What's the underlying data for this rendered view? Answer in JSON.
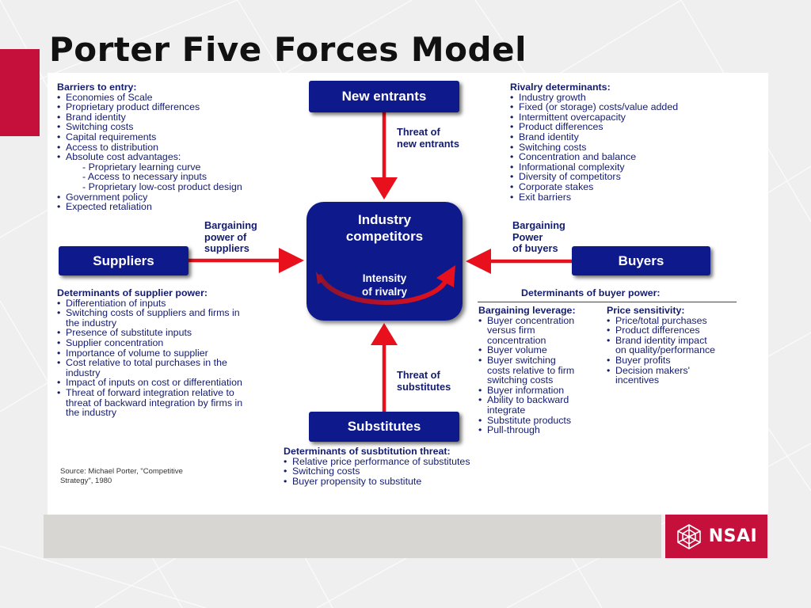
{
  "slide": {
    "title": "Porter Five Forces Model"
  },
  "logo": {
    "text": "NSAI",
    "icon": "geodesic-polyhedron-icon"
  },
  "colors": {
    "navy": "#0e1a8c",
    "arrow_red": "#e8101c",
    "brand_red": "#c4103a",
    "text_navy": "#141c6e"
  },
  "forces": {
    "new_entrants": "New entrants",
    "suppliers": "Suppliers",
    "buyers": "Buyers",
    "substitutes": "Substitutes",
    "industry": "Industry\ncompetitors",
    "rivalry": "Intensity\nof rivalry"
  },
  "arrow_labels": {
    "threat_new": "Threat of\nnew entrants",
    "supplier_power": "Bargaining\npower of\nsuppliers",
    "buyer_power": "Bargaining\nPower\nof buyers",
    "threat_sub": "Threat of\nsubstitutes"
  },
  "barriers": {
    "heading": "Barriers to entry:",
    "items": [
      "Economies of Scale",
      "Proprietary product differences",
      "Brand identity",
      "Switching costs",
      "Capital requirements",
      "Access to distribution",
      "Absolute cost advantages:"
    ],
    "sub_items": [
      "- Proprietary learning curve",
      "- Access to necessary inputs",
      "- Proprietary low-cost product design"
    ],
    "items2": [
      "Government policy",
      "Expected retaliation"
    ]
  },
  "rivalry_determinants": {
    "heading": "Rivalry determinants:",
    "items": [
      "Industry growth",
      "Fixed (or storage) costs/value added",
      "Intermittent overcapacity",
      "Product differences",
      "Brand identity",
      "Switching costs",
      "Concentration and balance",
      "Informational complexity",
      "Diversity of competitors",
      "Corporate stakes",
      "Exit barriers"
    ]
  },
  "supplier_power": {
    "heading": "Determinants of supplier power:",
    "items": [
      "Differentiation of inputs",
      "Switching costs of suppliers and firms in\nthe industry",
      "Presence of substitute inputs",
      "Supplier concentration",
      "Importance of volume to supplier",
      "Cost relative to total purchases in the\nindustry",
      "Impact of inputs on cost or differentiation",
      "Threat of forward integration relative to\nthreat of backward integration by firms in\nthe industry"
    ]
  },
  "buyer_power": {
    "heading": "Determinants of buyer power:",
    "leverage": {
      "heading": "Bargaining leverage:",
      "items": [
        "Buyer concentration\nversus firm\nconcentration",
        "Buyer volume",
        "Buyer switching\ncosts relative to firm\nswitching costs",
        "Buyer information",
        "Ability to backward\nintegrate",
        "Substitute products",
        "Pull-through"
      ]
    },
    "sensitivity": {
      "heading": "Price sensitivity:",
      "items": [
        "Price/total purchases",
        "Product differences",
        "Brand identity impact\non quality/performance",
        "Buyer profits",
        "Decision makers'\nincentives"
      ]
    }
  },
  "substitution": {
    "heading": "Determinants of susbtitution threat:",
    "items": [
      "Relative price performance of substitutes",
      "Switching costs",
      "Buyer propensity to substitute"
    ]
  },
  "source": "Source: Michael Porter, \"Competitive\nStrategy\", 1980"
}
